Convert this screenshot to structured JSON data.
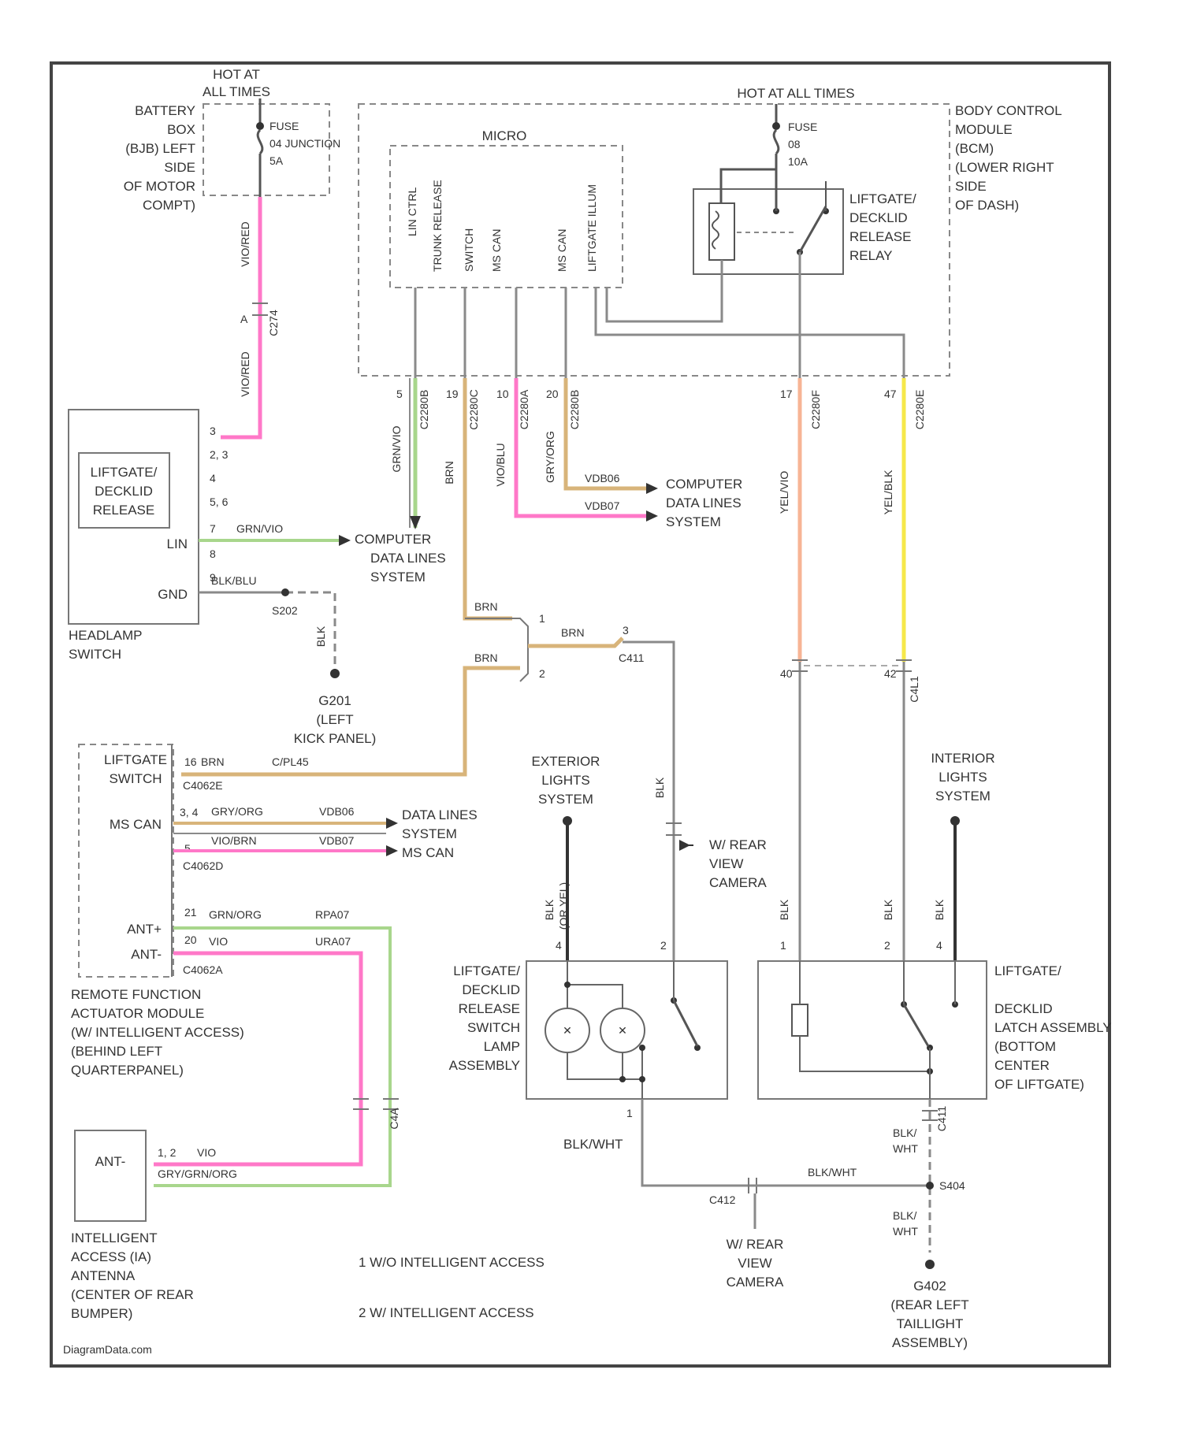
{
  "footer": {
    "source": "DiagramData.com"
  },
  "hot_labels": {
    "left": [
      "HOT AT",
      "ALL TIMES"
    ],
    "right": [
      "HOT AT ALL TIMES"
    ]
  },
  "battery_box": {
    "label": [
      "BATTERY",
      "BOX",
      "(BJB) LEFT",
      "SIDE",
      "OF MOTOR",
      "COMPT)"
    ],
    "fuse": [
      "FUSE",
      "04 JUNCTION",
      "5A"
    ],
    "wire": "VIO/RED",
    "wire2": "VIO/RED",
    "connector": "C274",
    "pin": "A"
  },
  "bcm": {
    "label": [
      "BODY CONTROL",
      "MODULE",
      "(BCM)",
      "(LOWER RIGHT",
      "SIDE",
      "OF DASH)"
    ],
    "fuse": [
      "FUSE",
      "08",
      "10A"
    ],
    "micro": "MICRO",
    "signals": [
      "LIN CTRL",
      "TRUNK RELEASE",
      "SWITCH",
      "MS CAN",
      "MS CAN",
      "LIFTGATE ILLUM"
    ],
    "relay": [
      "LIFTGATE/",
      "DECKLID",
      "RELEASE",
      "RELAY"
    ],
    "pins": [
      "5",
      "19",
      "10",
      "20",
      "17",
      "47"
    ],
    "connectors": [
      "C2280B",
      "C2280C",
      "C2280A",
      "C2280B",
      "C2280F",
      "C2280E"
    ],
    "wires": [
      "GRN/VIO",
      "BRN",
      "VIO/BLU",
      "GRY/ORG",
      "YEL/VIO",
      "YEL/BLK"
    ]
  },
  "headlamp_switch": {
    "label": [
      "HEADLAMP",
      "SWITCH"
    ],
    "module": [
      "LIFTGATE/",
      "DECKLID",
      "RELEASE"
    ],
    "pins": [
      "3",
      "2, 3",
      "4",
      "5, 6",
      "7",
      "8",
      "9"
    ],
    "lin": "LIN",
    "gnd": "GND",
    "wires": [
      "GRN/VIO",
      "BLK/BLU"
    ]
  },
  "ground_g201": {
    "splice": "S202",
    "wire": "BLK",
    "label": [
      "G201",
      "(LEFT",
      "KICK PANEL)"
    ]
  },
  "computer_data_lines": [
    "COMPUTER",
    "DATA LINES",
    "SYSTEM"
  ],
  "vdb_ids": [
    "VDB06",
    "VDB07"
  ],
  "splice": {
    "wires": [
      "BRN",
      "BRN",
      "BRN"
    ],
    "pins": [
      "1",
      "2",
      "3"
    ],
    "connector": "C411"
  },
  "rfa": {
    "label": [
      "REMOTE FUNCTION",
      "ACTUATOR MODULE",
      "(W/ INTELLIGENT ACCESS)",
      "(BEHIND LEFT",
      "QUARTERPANEL)"
    ],
    "liftgate_switch": [
      "LIFTGATE",
      "SWITCH"
    ],
    "ms_can": "MS CAN",
    "ant_plus": "ANT+",
    "ant_minus": "ANT-",
    "pins": [
      "16",
      "3, 4",
      "5",
      "21",
      "20"
    ],
    "connectors": [
      "C4062E",
      "C4062D",
      "C4062A"
    ],
    "wires": [
      "BRN",
      "C/PL45",
      "GRY/ORG",
      "VDB06",
      "VIO/BRN",
      "VDB07",
      "GRN/ORG",
      "RPA07",
      "VIO",
      "URA07"
    ],
    "data_lines": [
      "DATA LINES",
      "SYSTEM",
      "MS CAN"
    ]
  },
  "antenna": {
    "label": [
      "INTELLIGENT",
      "ACCESS (IA)",
      "ANTENNA",
      "(CENTER OF REAR",
      "BUMPER)"
    ],
    "box": "ANT-",
    "pins": "1, 2",
    "wires": [
      "VIO",
      "GRY/GRN/ORG"
    ],
    "connector": "C4A"
  },
  "exterior_lights": [
    "EXTERIOR",
    "LIGHTS",
    "SYSTEM"
  ],
  "interior_lights": [
    "INTERIOR",
    "LIGHTS",
    "SYSTEM"
  ],
  "rear_camera_top": [
    "W/ REAR",
    "VIEW",
    "CAMERA"
  ],
  "rear_camera_bottom": [
    "W/ REAR",
    "VIEW",
    "CAMERA"
  ],
  "switch_lamp": {
    "label": [
      "LIFTGATE/",
      "DECKLID",
      "RELEASE",
      "SWITCH",
      "LAMP",
      "ASSEMBLY"
    ],
    "wires": [
      "BLK",
      "(OR YEL)",
      "BLK"
    ],
    "ground_wire": "BLK/WHT",
    "connector": "C411",
    "pins": [
      "1",
      "2",
      "4"
    ]
  },
  "latch": {
    "label": [
      "LIFTGATE/",
      "DECKLID",
      "LATCH ASSEMBLY",
      "(BOTTOM",
      "CENTER",
      "OF LIFTGATE)"
    ],
    "wires": [
      "BLK",
      "BLK",
      "BLK"
    ],
    "ground_wires": [
      "BLK/",
      "WHT"
    ],
    "connectors": [
      "C411"
    ],
    "pins": [
      "1",
      "2",
      "4"
    ]
  },
  "ground_bus": {
    "wire": "BLK/WHT",
    "splice": "S404",
    "connector": "C412",
    "wire2": [
      "BLK/",
      "WHT"
    ]
  },
  "ground_g402": {
    "label": [
      "G402",
      "(REAR LEFT",
      "TAILLIGHT",
      "ASSEMBLY)"
    ]
  },
  "liftgate_connector": {
    "id": "C4L1",
    "pins": [
      "40",
      "42"
    ]
  },
  "notes": [
    "1  W/O INTELLIGENT ACCESS",
    "2  W/ INTELLIGENT ACCESS"
  ],
  "colors": {
    "border": "#444444",
    "wire": "#8a8a8a",
    "pink": "#ff78c8",
    "green": "#a8d68c",
    "tan": "#d8b47a",
    "yellow": "#f6e84a",
    "orange_pink": "#f7b495",
    "dark": "#333333"
  }
}
